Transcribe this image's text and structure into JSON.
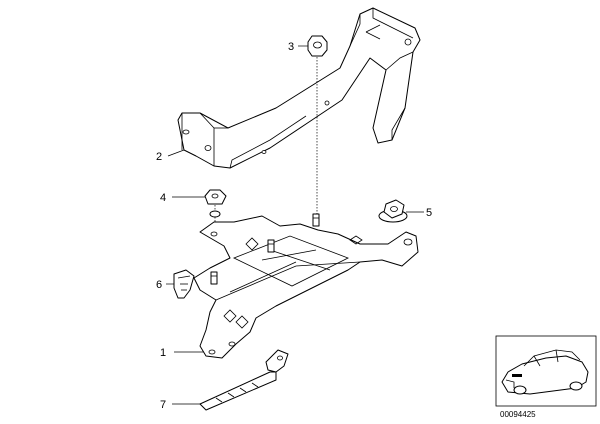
{
  "callouts": [
    {
      "id": "1",
      "label": "1"
    },
    {
      "id": "2",
      "label": "2"
    },
    {
      "id": "3",
      "label": "3"
    },
    {
      "id": "4",
      "label": "4"
    },
    {
      "id": "5",
      "label": "5"
    },
    {
      "id": "6",
      "label": "6"
    },
    {
      "id": "7",
      "label": "7"
    }
  ],
  "inset": {
    "reference_number": "00094425",
    "icon": "car-silhouette-icon"
  },
  "colors": {
    "line": "#000000",
    "background": "#ffffff"
  }
}
